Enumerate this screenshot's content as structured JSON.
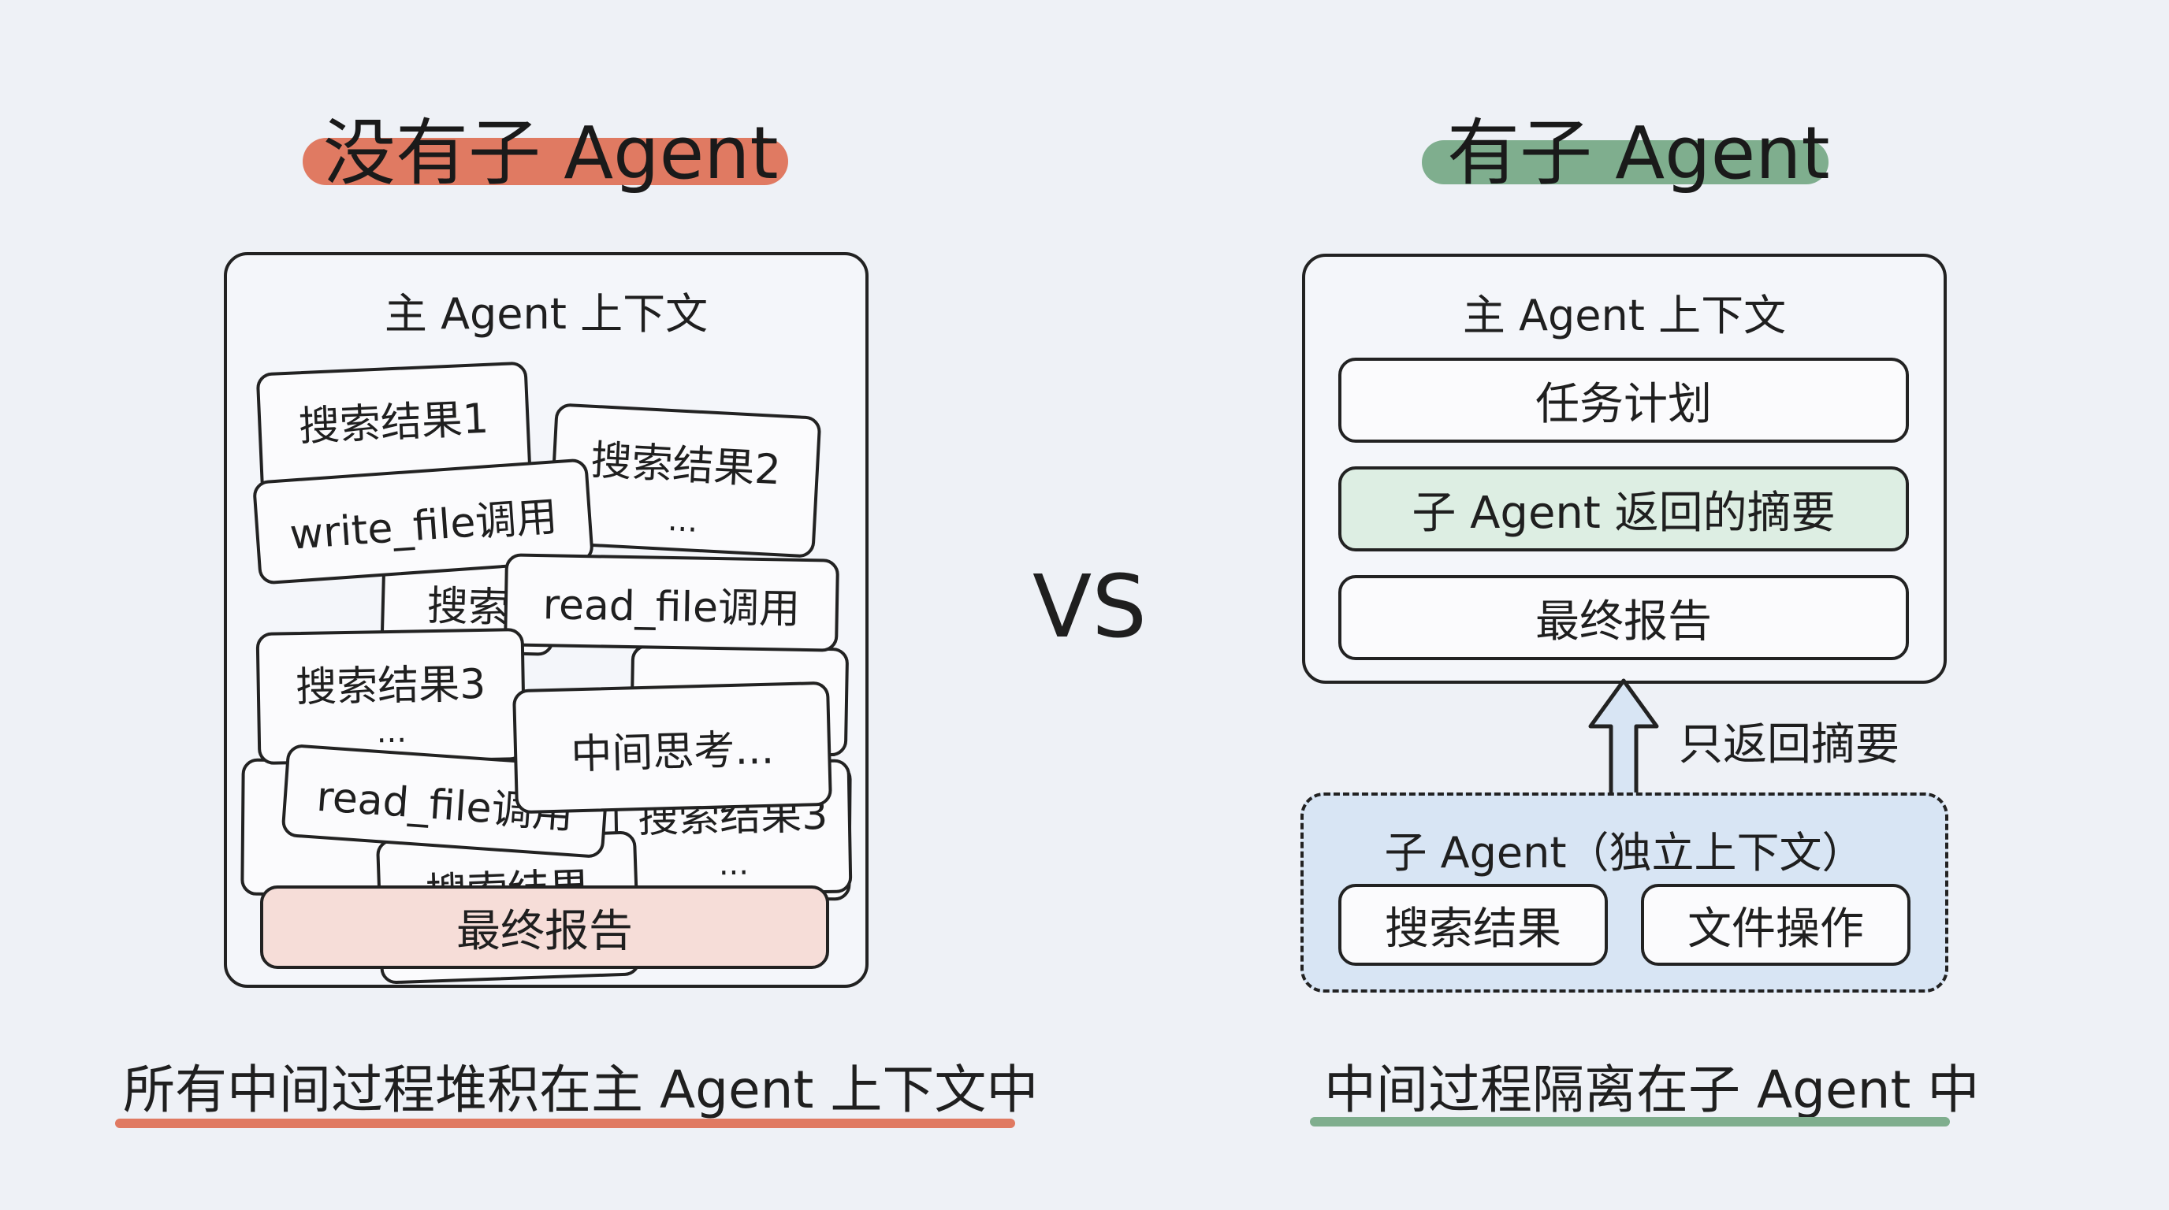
{
  "colors": {
    "red_accent": "#e07a62",
    "green_accent": "#7fae8e",
    "pink_fill": "#f6ddd8",
    "mint_fill": "#ddeee3",
    "blue_fill": "#d8e5f4",
    "line": "#222222"
  },
  "left": {
    "title": "没有子 Agent",
    "panel_label": "主 Agent 上下文",
    "cards": {
      "search1": "搜索结果1",
      "search2": "搜索结果2",
      "write_call": "write_file调用",
      "search_partial": "搜索",
      "read_call_1": "read_file调用",
      "search3": "搜索结果3",
      "thinking": "中间思考...",
      "read_call_2": "read_file调用",
      "search_hidden": "搜索结果",
      "search_hidden_2": "搜索结果3",
      "dots": "..."
    },
    "final_report": "最终报告",
    "caption": "所有中间过程堆积在主 Agent 上下文中"
  },
  "vs": "VS",
  "right": {
    "title": "有子 Agent",
    "panel_label": "主 Agent 上下文",
    "items": [
      "任务计划",
      "子 Agent 返回的摘要",
      "最终报告"
    ],
    "arrow_label": "只返回摘要",
    "sub_label": "子 Agent（独立上下文）",
    "sub_items": [
      "搜索结果",
      "文件操作"
    ],
    "caption": "中间过程隔离在子 Agent 中"
  }
}
